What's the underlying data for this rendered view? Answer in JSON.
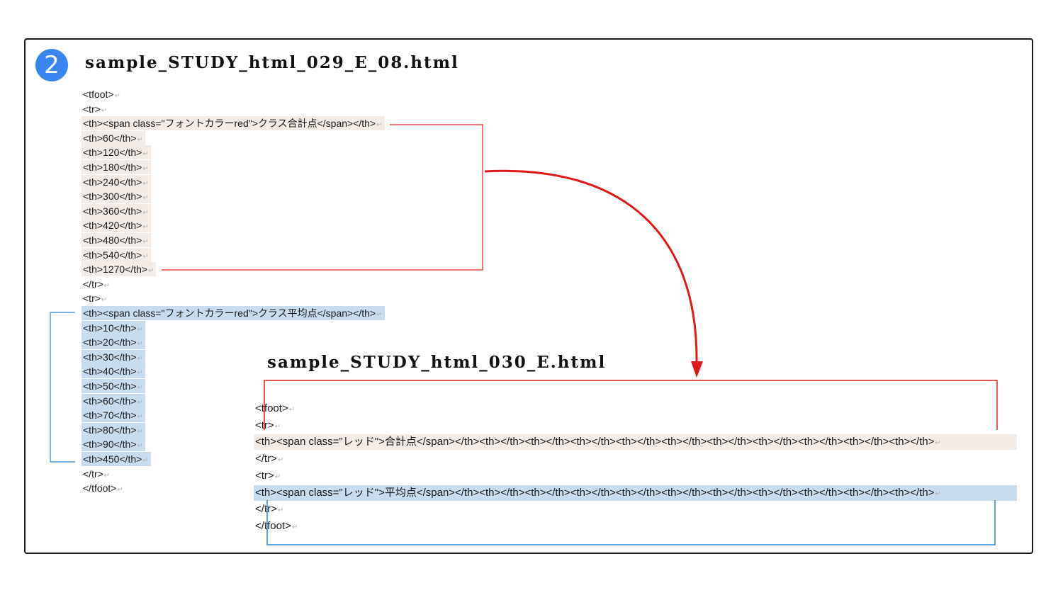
{
  "step": {
    "number": "2"
  },
  "file1": {
    "title": "sample_STUDY_html_029_E_08.html",
    "eol": "↵",
    "lines": [
      "<tfoot>",
      "<tr>",
      "<th><span class=\"フォントカラーred\">クラス合計点</span></th>",
      "<th>60</th>",
      "<th>120</th>",
      "<th>180</th>",
      "<th>240</th>",
      "<th>300</th>",
      "<th>360</th>",
      "<th>420</th>",
      "<th>480</th>",
      "<th>540</th>",
      "<th>1270</th>",
      "</tr>",
      "<tr>",
      "<th><span class=\"フォントカラーred\">クラス平均点</span></th>",
      "<th>10</th>",
      "<th>20</th>",
      "<th>30</th>",
      "<th>40</th>",
      "<th>50</th>",
      "<th>60</th>",
      "<th>70</th>",
      "<th>80</th>",
      "<th>90</th>",
      "<th>450</th>",
      "</tr>",
      "</tfoot>"
    ]
  },
  "file2": {
    "title": "sample_STUDY_html_030_E.html",
    "lines": [
      "<tfoot>",
      "<tr>",
      "<th><span class=\"レッド\">合計点</span></th><th></th><th></th><th></th><th></th><th></th><th></th><th></th><th></th><th></th><th></th>",
      "</tr>",
      "<tr>",
      "<th><span class=\"レッド\">平均点</span></th><th></th><th></th><th></th><th></th><th></th><th></th><th></th><th></th><th></th><th></th>",
      "</tr>",
      "</tfoot>"
    ]
  },
  "colors": {
    "total_highlight": "#f3ece6",
    "average_highlight": "#c9dcee",
    "red_bracket": "#e02020",
    "blue_bracket": "#2f86d6",
    "badge": "#3a86f0"
  }
}
